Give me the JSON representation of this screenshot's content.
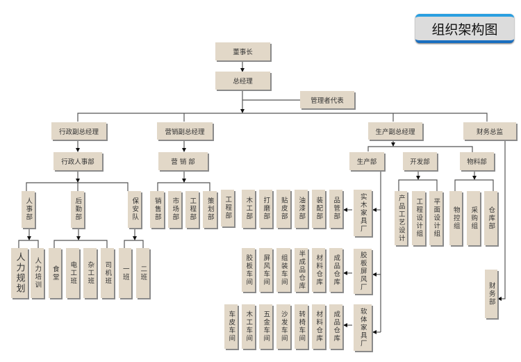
{
  "title": "组织架构图",
  "nodes": {
    "chairman": "董事长",
    "gm": "总经理",
    "mgmt_rep": "管理者代表",
    "admin_vp": "行政副总经理",
    "sales_vp": "营销副总经理",
    "prod_vp": "生产副总经理",
    "cfo": "财务总监",
    "admin_hr": "行政人事部",
    "sales_dept": "营 销 部",
    "prod_dept": "生产部",
    "dev_dept": "开发部",
    "material_dept": "物料部",
    "hr": "人事部",
    "logistics": "后勤部",
    "security": "保安队",
    "hr_plan": "人力规划",
    "hr_train": "人力培训",
    "canteen": "食堂",
    "electric": "电工班",
    "misc": "杂工班",
    "driver": "司机班",
    "shift1": "一班",
    "shift2": "二班",
    "s_sales": "销售部",
    "s_market": "市场部",
    "s_eng": "工程部",
    "s_plan": "策划部",
    "s_eng2": "工程部",
    "f1": "实木家具厂",
    "f1_wood": "木工部",
    "f1_sand": "打磨部",
    "f1_veneer": "贴皮部",
    "f1_paint": "油漆部",
    "f1_assem": "装配部",
    "f1_qc": "品管部",
    "f2": "胶板屏风厂",
    "f2_board": "胶板车间",
    "f2_screen": "屏风车间",
    "f2_assem": "组装车间",
    "f2_semi": "半成品仓库",
    "f2_mat": "材料仓库",
    "f2_fin": "成品仓库",
    "f3": "软体家具厂",
    "f3_leather": "车皮车间",
    "f3_wood": "木工车间",
    "f3_hw": "五金车间",
    "f3_sofa": "沙发车间",
    "f3_chair": "转椅车间",
    "f3_mat": "材料仓库",
    "f3_fin": "成品仓库",
    "d_craft": "产品工艺设计",
    "d_eng": "工程设计组",
    "d_graphic": "平面设计组",
    "m_ctrl": "物控组",
    "m_buy": "采购组",
    "m_store": "仓库部",
    "finance": "财务部"
  }
}
